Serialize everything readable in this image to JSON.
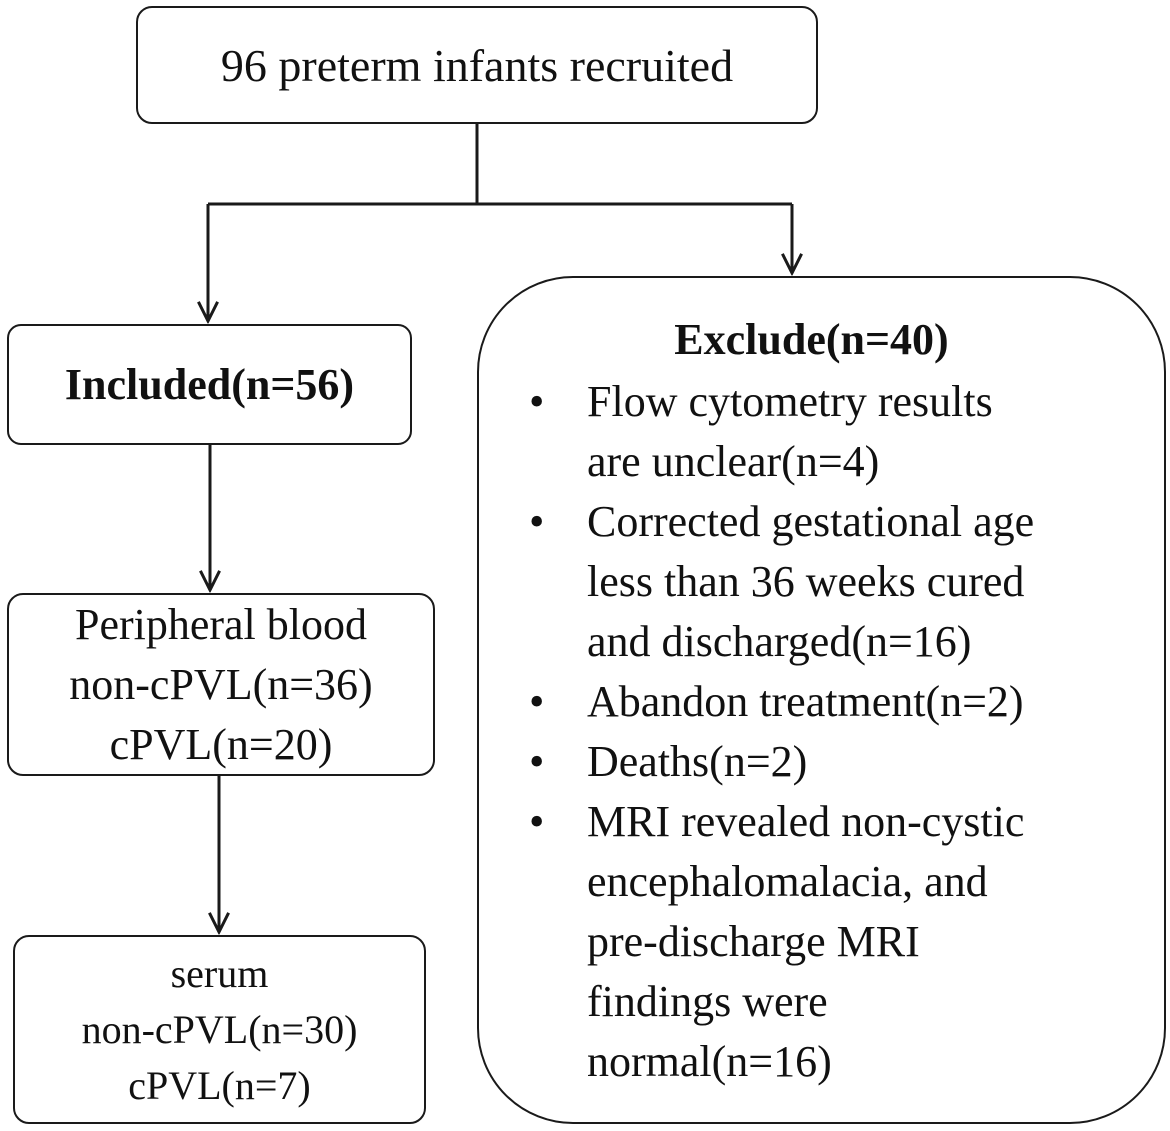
{
  "recruited": {
    "text": "96 preterm infants recruited"
  },
  "included": {
    "text": "Included(n=56)"
  },
  "blood": {
    "line1": "Peripheral blood",
    "line2": "non-cPVL(n=36)",
    "line3": "cPVL(n=20)"
  },
  "serum": {
    "line1": "serum",
    "line2": "non-cPVL(n=30)",
    "line3": "cPVL(n=7)"
  },
  "exclude": {
    "title": "Exclude(n=40)",
    "bullet": "•",
    "items": [
      {
        "lines": [
          "Flow cytometry results",
          "are unclear(n=4)"
        ]
      },
      {
        "lines": [
          "Corrected gestational age",
          "less than 36 weeks cured",
          "and discharged(n=16)"
        ]
      },
      {
        "lines": [
          "Abandon treatment(n=2)"
        ]
      },
      {
        "lines": [
          "Deaths(n=2)"
        ]
      },
      {
        "lines": [
          "MRI revealed non-cystic",
          "encephalomalacia, and",
          "pre-discharge MRI",
          "findings were",
          "normal(n=16)"
        ]
      }
    ]
  }
}
